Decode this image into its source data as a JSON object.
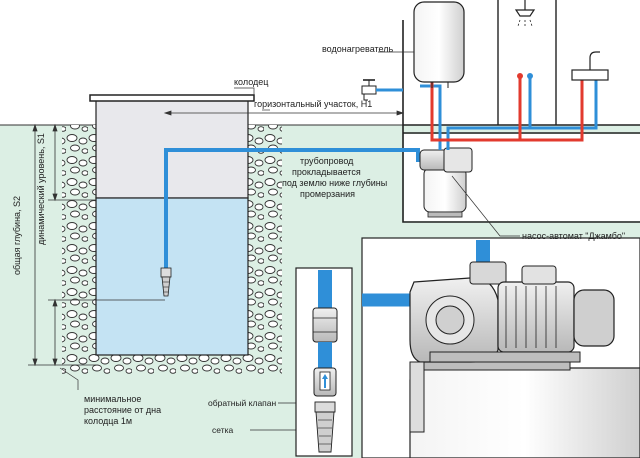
{
  "labels": {
    "water_heater": "водонагреватель",
    "well": "колодец",
    "horizontal_section": "горизонтальный участок, Н1",
    "pipeline_line1": "трубопровод",
    "pipeline_line2": "прокладывается",
    "pipeline_line3": "под землю ниже глубины",
    "pipeline_line4": "промерзания",
    "pump_station": "насос-автомат \"Джамбо\"",
    "total_depth": "общая глубина, S2",
    "dynamic_level": "динамический уровень, S1",
    "min_distance_line1": "минимальное",
    "min_distance_line2": "расстояние от дна",
    "min_distance_line3": "колодца 1м",
    "check_valve": "обратный клапан",
    "strainer": "сетка"
  },
  "colors": {
    "ground": "#dcefe4",
    "well_air": "#e8e8ec",
    "well_water": "#c4e3f3",
    "pipe": "#2f8fd8",
    "hot_pipe": "#e23a2e",
    "cold_pipe": "#2f8fd8",
    "outline": "#222222"
  },
  "icons": [
    "faucet-icon",
    "shower-icon",
    "sink-icon",
    "water-heater-icon",
    "pump-icon",
    "strainer-icon",
    "check-valve-icon"
  ]
}
